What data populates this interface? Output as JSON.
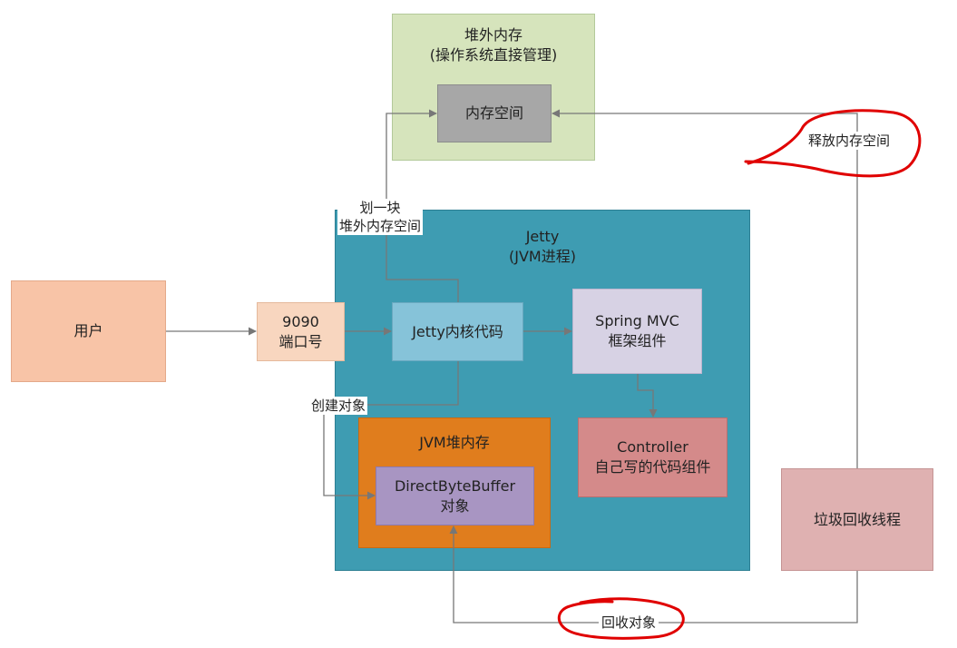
{
  "offheap": {
    "title": "堆外内存",
    "subtitle": "(操作系统直接管理)",
    "fill": "#d6e4bc",
    "border": "#b3c99a"
  },
  "mem_space": {
    "label": "内存空间",
    "fill": "#a7a7a7"
  },
  "jetty": {
    "title": "Jetty",
    "subtitle": "(JVM进程)",
    "fill": "#3e9cb2",
    "border": "#2d7f93"
  },
  "user": {
    "label": "用户",
    "fill": "#f8c4a7"
  },
  "port": {
    "line1": "9090",
    "line2": "端口号",
    "fill": "#f8d6bf"
  },
  "jetty_core": {
    "label": "Jetty内核代码",
    "fill": "#86c3d9"
  },
  "spring": {
    "line1": "Spring MVC",
    "line2": "框架组件",
    "fill": "#d7d2e4"
  },
  "heap": {
    "title": "JVM堆内存",
    "fill": "#e07d1d",
    "border": "#c96a12"
  },
  "dbb": {
    "line1": "DirectByteBuffer",
    "line2": "对象",
    "fill": "#a895c2"
  },
  "controller": {
    "line1": "Controller",
    "line2": "自己写的代码组件",
    "fill": "#d48a8a"
  },
  "gc": {
    "label": "垃圾回收线程",
    "fill": "#dfb1b1"
  },
  "labels": {
    "alloc_line1": "划一块",
    "alloc_line2": "堆外内存空间",
    "create": "创建对象",
    "release": "释放内存空间",
    "reclaim": "回收对象"
  },
  "colors": {
    "arrow": "#777777",
    "annotation": "#e00000"
  }
}
